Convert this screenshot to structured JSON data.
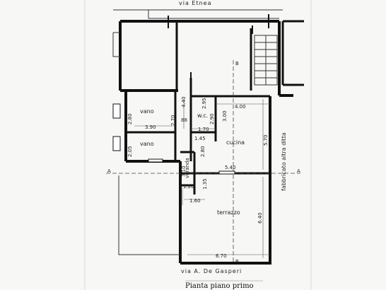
{
  "streets": {
    "top": "via  Etnea",
    "bottom": "via  A.  De  Gasperi"
  },
  "rooms": {
    "vano_top": "vano",
    "vano_bottom": "vano",
    "wc": "w.c.",
    "cucina": "cucina",
    "veranda": "veranda",
    "terrazzo": "terrazzo"
  },
  "side_label": "fabbricato  altra  ditta",
  "dimensions": {
    "d_440": "4.40",
    "d_295": "2.95",
    "d_400": "4.00",
    "d_300": "3.00",
    "d_290": "2.90",
    "d_280a": "2.80",
    "d_390": "3.90",
    "d_270": "2.70",
    "d_88": "88",
    "d_170": "1.70",
    "d_145": "1.45",
    "d_570": "5.70",
    "d_205": "2.05",
    "d_280b": "2.80",
    "d_310": "3.10",
    "d_540": "5.40",
    "d_120": "1.20",
    "d_135": "1.35",
    "d_160": "1.60",
    "d_640": "6.40",
    "d_670": "6.70"
  },
  "section_marks": {
    "a_left": "A",
    "a_right": "A",
    "b_top": "B",
    "b_bottom": "B"
  },
  "caption": "Pianta piano primo"
}
